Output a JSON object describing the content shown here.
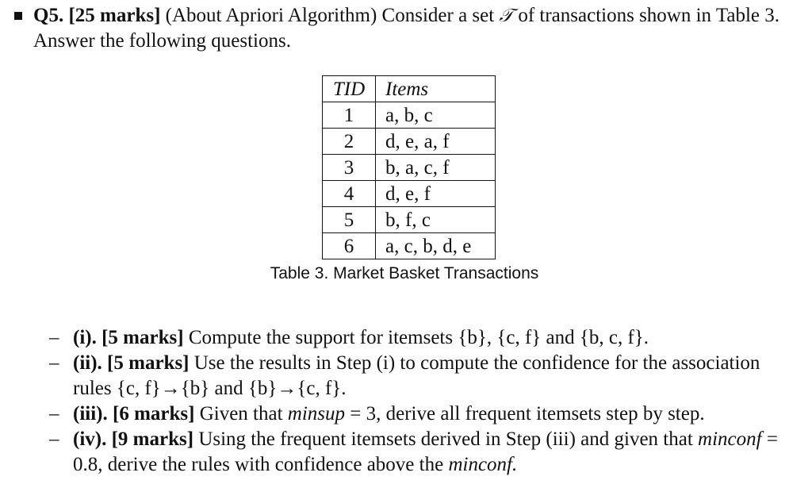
{
  "question": {
    "label": "Q5. [25 marks]",
    "intro_before_set": "(About Apriori Algorithm) Consider a set",
    "set_symbol": "𝒯",
    "intro_after_set": "of transactions shown in Table 3. Answer the following questions."
  },
  "table": {
    "headers": [
      "TID",
      "Items"
    ],
    "rows": [
      [
        "1",
        "a, b, c"
      ],
      [
        "2",
        "d, e, a, f"
      ],
      [
        "3",
        "b, a, c, f"
      ],
      [
        "4",
        "d, e, f"
      ],
      [
        "5",
        "b, f, c"
      ],
      [
        "6",
        "a, c, b, d, e"
      ]
    ],
    "caption": "Table 3. Market Basket Transactions"
  },
  "subquestions": [
    {
      "label": "(i). [5 marks]",
      "text": "Compute the support for itemsets {b}, {c, f} and {b, c, f}."
    },
    {
      "label": "(ii). [5 marks]",
      "text": "Use the results in Step (i) to compute the confidence for the association rules {c, f}→{b} and {b}→{c, f}."
    },
    {
      "label": "(iii). [6 marks]",
      "text_before_var": "Given that",
      "var": "minsup",
      "text_after_var": "= 3, derive all frequent itemsets step by step."
    },
    {
      "label": "(iv). [9 marks]",
      "text_before_var": "Using the frequent itemsets derived in Step (iii) and given that",
      "var": "minconf",
      "text_mid": "= 0.8, derive the rules with confidence above the",
      "var2": "minconf."
    }
  ]
}
